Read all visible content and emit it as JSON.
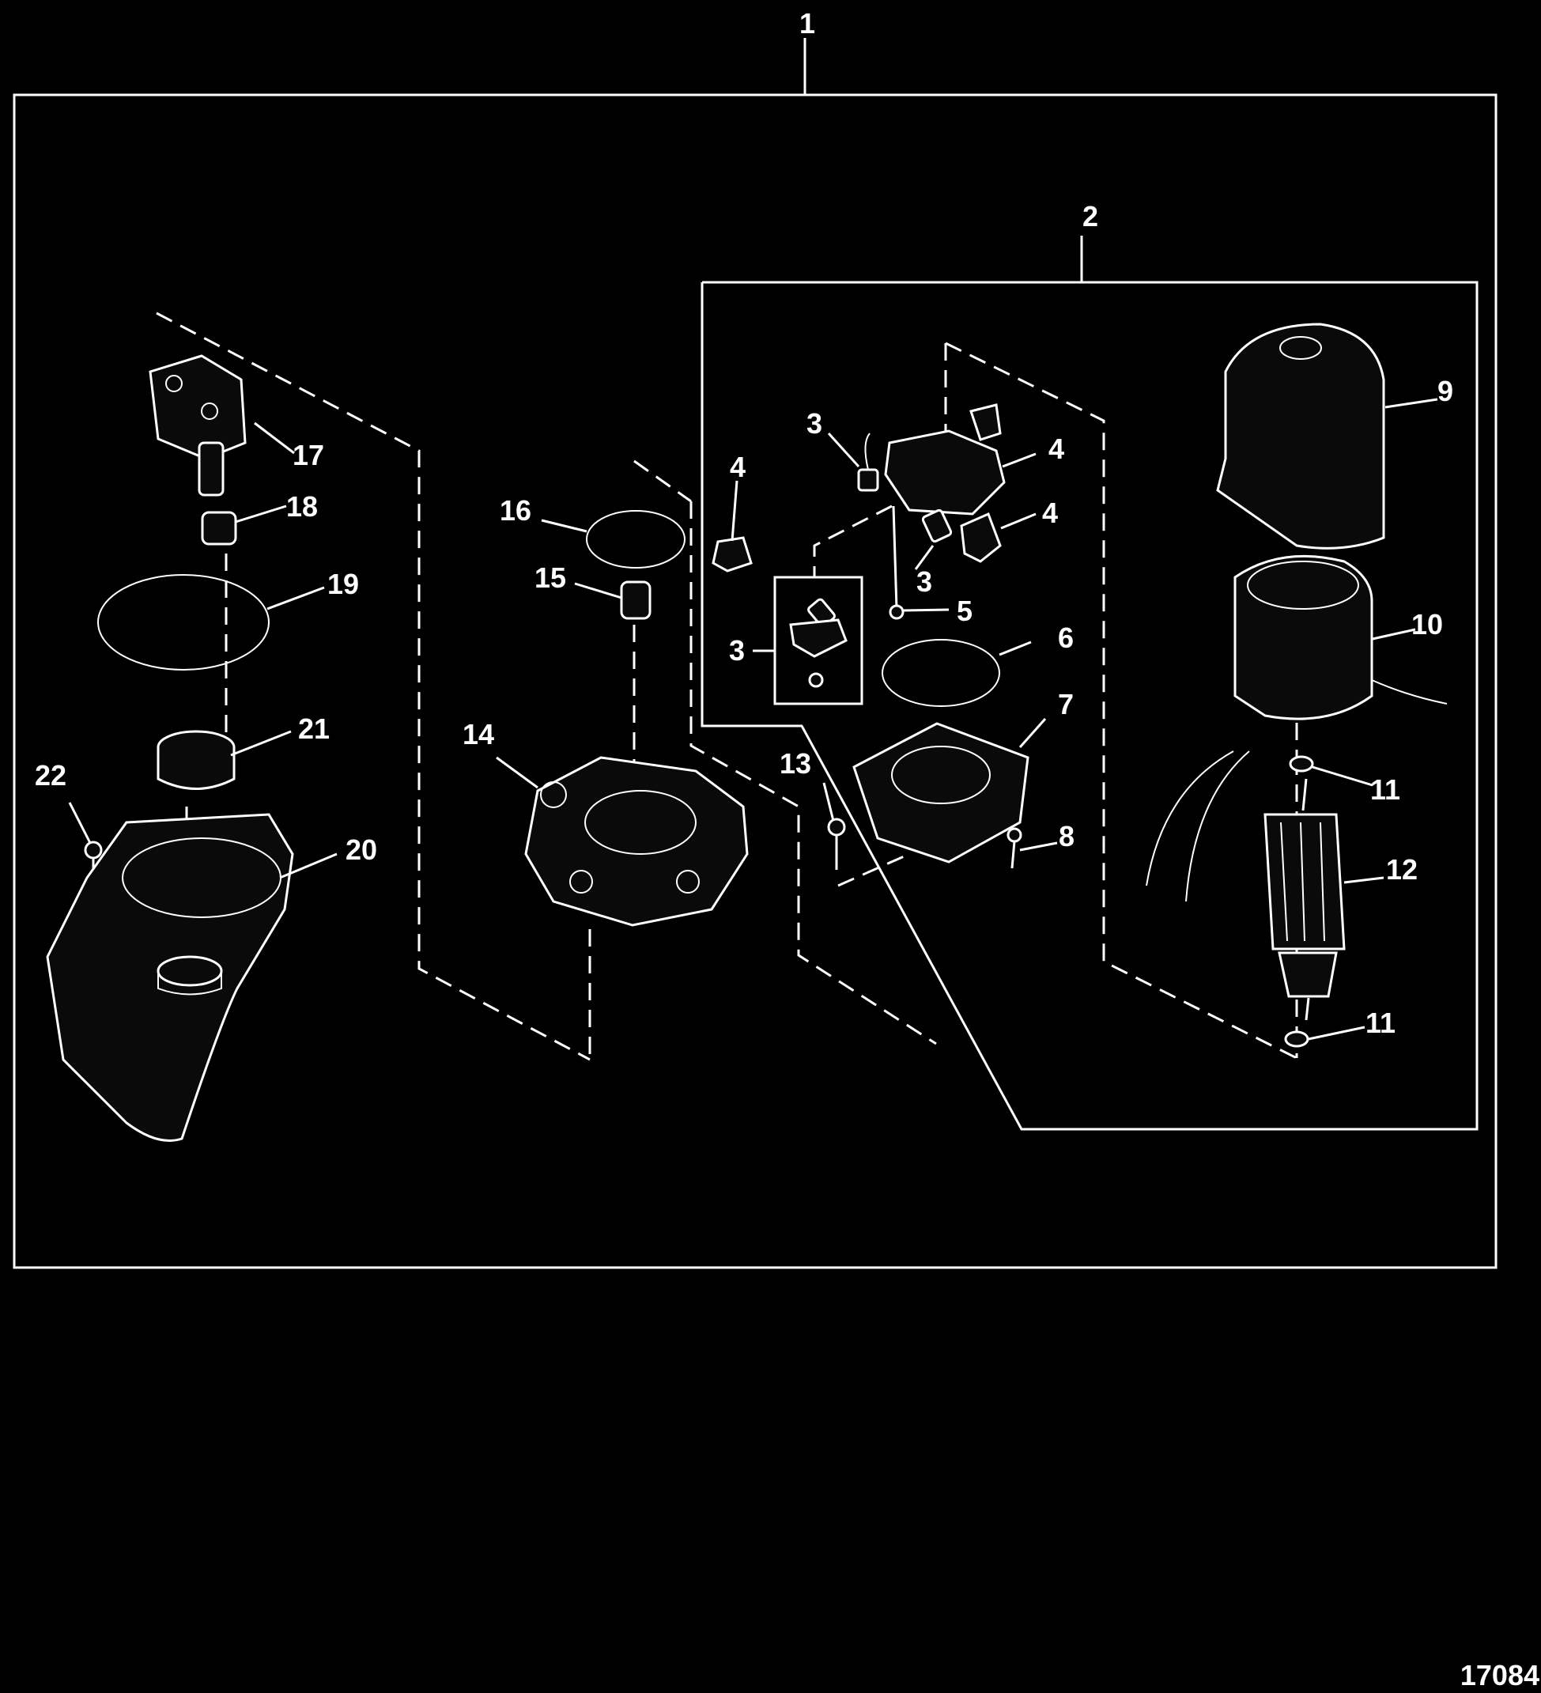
{
  "diagram": {
    "figure_id": "17084",
    "callouts": {
      "c1": "1",
      "c2": "2",
      "c3a": "3",
      "c3b": "3",
      "c3c": "3",
      "c4a": "4",
      "c4b": "4",
      "c4c": "4",
      "c5": "5",
      "c6": "6",
      "c7": "7",
      "c8": "8",
      "c9": "9",
      "c10": "10",
      "c11a": "11",
      "c11b": "11",
      "c12": "12",
      "c13": "13",
      "c14": "14",
      "c15": "15",
      "c16": "16",
      "c17": "17",
      "c18": "18",
      "c19": "19",
      "c20": "20",
      "c21": "21",
      "c22": "22"
    }
  }
}
